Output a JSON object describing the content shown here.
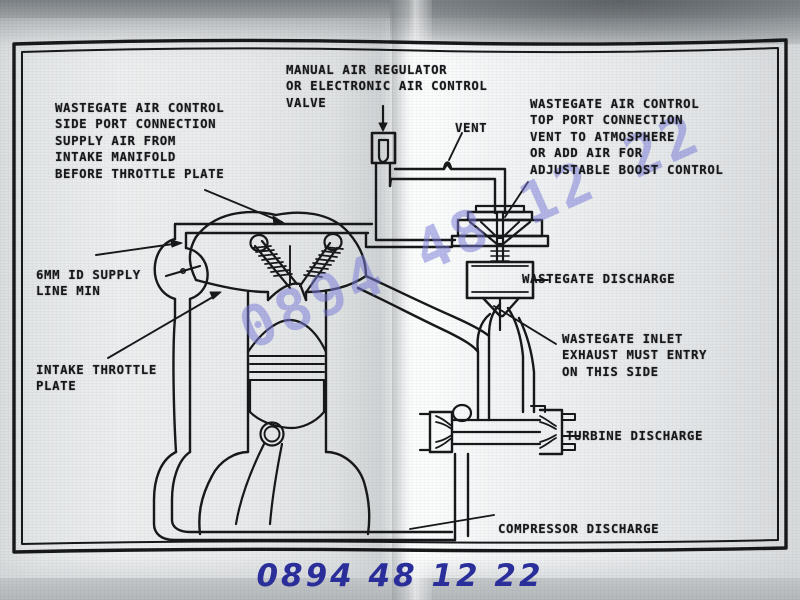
{
  "document": {
    "type": "scanned-technical-diagram",
    "subject": "Turbocharger wastegate air control plumbing diagram",
    "border_style": "double-rule rectangular frame"
  },
  "labels": {
    "wastegate_side_port": {
      "lines": [
        "WASTEGATE AIR CONTROL",
        "SIDE PORT CONNECTION",
        "SUPPLY AIR FROM",
        "INTAKE MANIFOLD",
        "BEFORE THROTTLE PLATE"
      ],
      "text": "WASTEGATE AIR CONTROL\nSIDE PORT CONNECTION\nSUPPLY AIR FROM\nINTAKE MANIFOLD\nBEFORE THROTTLE PLATE"
    },
    "manual_air_regulator": {
      "lines": [
        "MANUAL AIR REGULATOR",
        "OR ELECTRONIC AIR CONTROL",
        "VALVE"
      ],
      "text": "MANUAL AIR REGULATOR\nOR ELECTRONIC AIR CONTROL\nVALVE"
    },
    "vent": {
      "text": "VENT"
    },
    "wastegate_top_port": {
      "lines": [
        "WASTEGATE AIR CONTROL",
        "TOP PORT CONNECTION",
        "VENT TO ATMOSPHERE",
        "OR ADD AIR FOR",
        "ADJUSTABLE BOOST CONTROL"
      ],
      "text": "WASTEGATE AIR CONTROL\nTOP PORT CONNECTION\nVENT TO ATMOSPHERE\nOR ADD AIR FOR\nADJUSTABLE BOOST CONTROL"
    },
    "supply_line": {
      "lines": [
        "6MM ID SUPPLY",
        "LINE MIN"
      ],
      "text": "6MM ID SUPPLY\nLINE MIN"
    },
    "intake_throttle_plate": {
      "lines": [
        "INTAKE THROTTLE",
        "PLATE"
      ],
      "text": "INTAKE THROTTLE\nPLATE"
    },
    "wastegate_discharge": {
      "text": "WASTEGATE DISCHARGE"
    },
    "wastegate_inlet": {
      "lines": [
        "WASTEGATE INLET",
        "EXHAUST MUST ENTRY",
        "ON THIS SIDE"
      ],
      "text": "WASTEGATE INLET\nEXHAUST MUST ENTRY\nON THIS SIDE"
    },
    "turbine_discharge": {
      "text": "TURBINE DISCHARGE"
    },
    "compressor_discharge": {
      "text": "COMPRESSOR DISCHARGE"
    }
  },
  "watermarks": {
    "diagonal_phone": "0894 48 12 22",
    "bottom_phone": "0894 48 12 22"
  },
  "colors": {
    "ink": "#17181a",
    "paper": "#e9ebec",
    "watermark_blue": "#7a7cd8",
    "phone_blue": "#2b2f9c",
    "background": "#b9bcbd"
  }
}
